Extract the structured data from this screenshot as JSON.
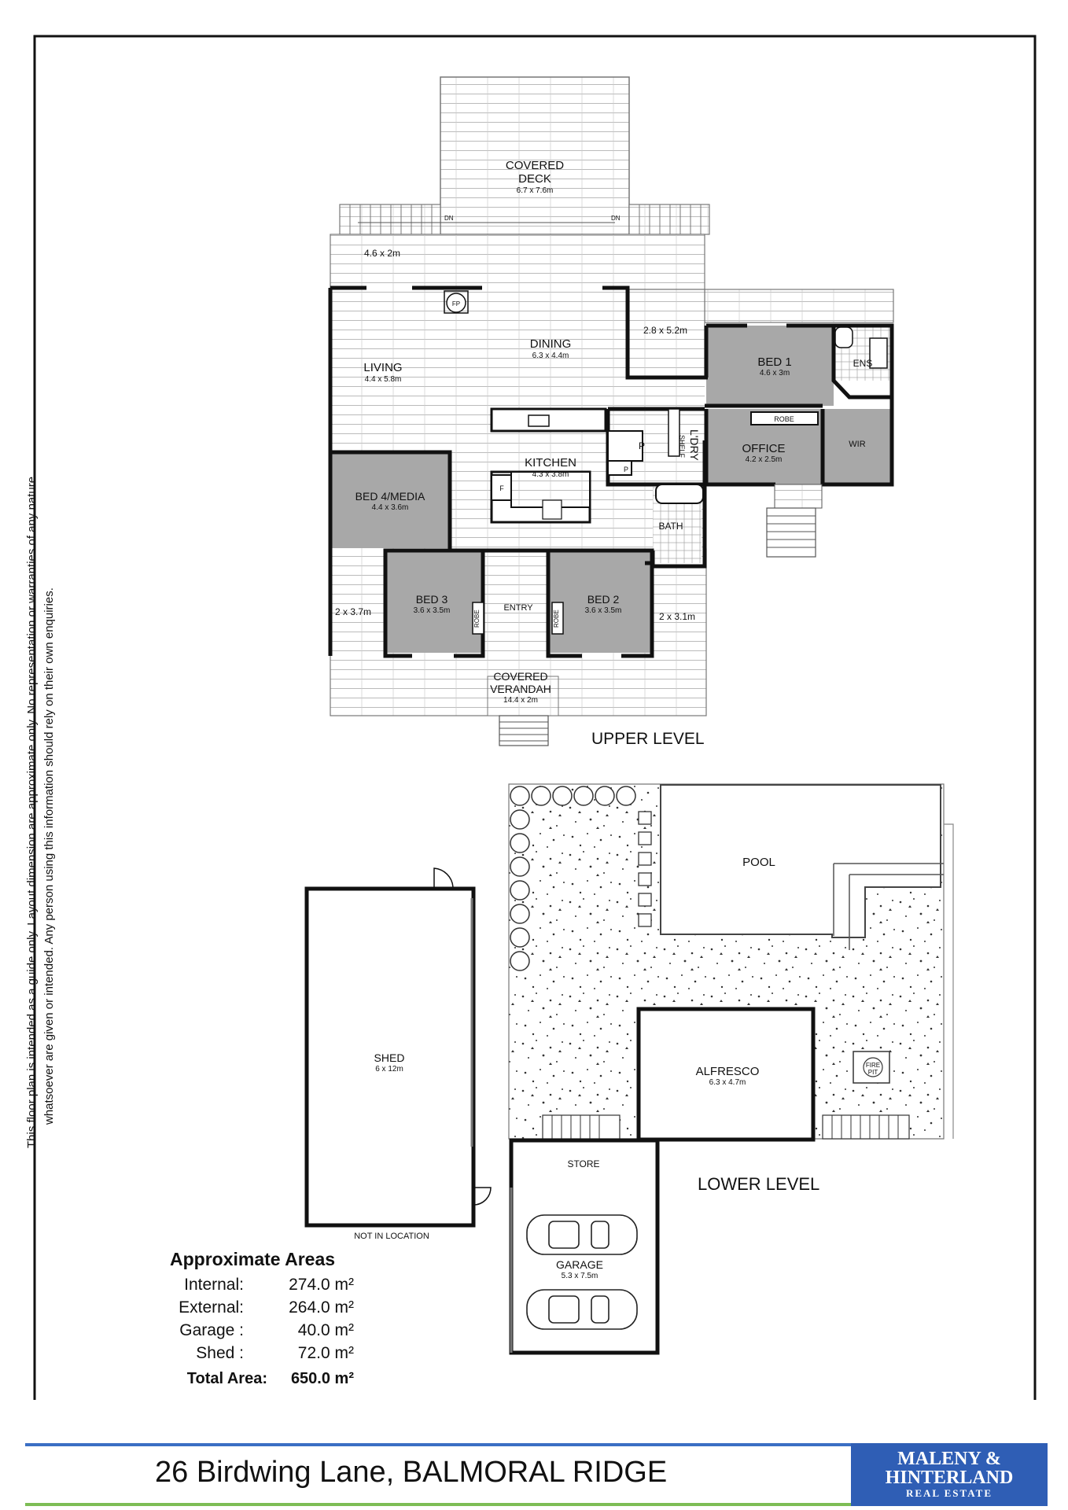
{
  "upper": {
    "level_label": "UPPER LEVEL",
    "covered_deck": {
      "name": "COVERED\nDECK",
      "line1": "COVERED",
      "line2": "DECK",
      "dim": "6.7 x 7.6m"
    },
    "dn": "DN",
    "deck_left_dim": "4.6 x 2m",
    "fp": "FP",
    "dining": {
      "name": "DINING",
      "dim": "6.3 x 4.4m"
    },
    "deck_right_dim": "2.8 x 5.2m",
    "living": {
      "name": "LIVING",
      "dim": "4.4 x 5.8m"
    },
    "bed1": {
      "name": "BED 1",
      "dim": "4.6 x 3m"
    },
    "ens": "ENS",
    "robe": "ROBE",
    "wir": "WIR",
    "shelf": "SHELF",
    "ldry": "L'DRY",
    "p": "P",
    "kitchen": {
      "name": "KITCHEN",
      "dim": "4.3 x 3.8m"
    },
    "fridge": "F",
    "office": {
      "name": "OFFICE",
      "dim": "4.2 x 2.5m"
    },
    "bed4": {
      "name": "BED 4/MEDIA",
      "dim": "4.4 x 3.6m"
    },
    "bath": "BATH",
    "bed3": {
      "name": "BED 3",
      "dim": "3.6 x 3.5m"
    },
    "entry": "ENTRY",
    "bed2": {
      "name": "BED 2",
      "dim": "3.6 x 3.5m"
    },
    "verandah_left_dim": "2 x 3.7m",
    "verandah_right_dim": "2 x 3.1m",
    "verandah": {
      "line1": "COVERED",
      "line2": "VERANDAH",
      "dim": "14.4 x 2m"
    }
  },
  "lower": {
    "level_label": "LOWER LEVEL",
    "pool": "POOL",
    "alfresco": {
      "name": "ALFRESCO",
      "dim": "6.3 x 4.7m"
    },
    "fire_pit": {
      "line1": "FIRE",
      "line2": "PIT"
    },
    "store": "STORE",
    "garage": {
      "name": "GARAGE",
      "dim": "5.3 x 7.5m"
    },
    "shed": {
      "name": "SHED",
      "dim": "6 x 12m"
    },
    "not_in_location": "NOT IN LOCATION"
  },
  "areas": {
    "title": "Approximate  Areas",
    "rows": [
      {
        "label": "Internal:",
        "value": "274.0 m²"
      },
      {
        "label": "External:",
        "value": "264.0 m²"
      },
      {
        "label": "Garage :",
        "value": "40.0 m²"
      },
      {
        "label": "Shed :",
        "value": "72.0 m²"
      }
    ],
    "total_label": "Total Area:",
    "total_value": "650.0 m²"
  },
  "disclaimer": {
    "line1": "This floor plan is intended as a guide only. Layout dimension are approximate only. No representation or warranties of any nature",
    "line2": "whatsoever are given or intended. Any person using this information should rely on their own enquiries."
  },
  "footer": {
    "address": "26 Birdwing Lane, BALMORAL RIDGE",
    "brand_line1": "MALENY &",
    "brand_line2": "HINTERLAND",
    "brand_line3": "REAL ESTATE"
  },
  "colors": {
    "room_grey": "#a8a8a8",
    "deck": "#ffffff",
    "wall": "#111111",
    "brand_blue": "#2f5eb5",
    "line_blue": "#3b6fc4",
    "line_green": "#7dbd55"
  }
}
